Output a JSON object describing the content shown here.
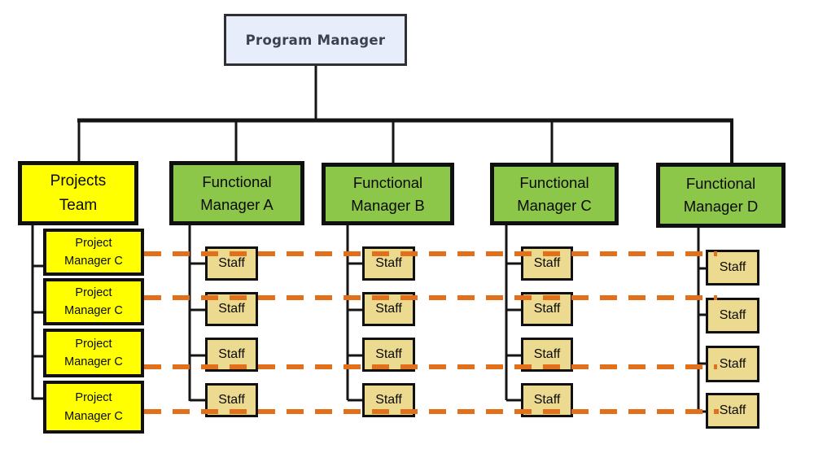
{
  "program_manager": {
    "label": "Program Manager"
  },
  "second_row": [
    {
      "id": "projects-team",
      "label": "Projects Team"
    },
    {
      "id": "functional-manager-a",
      "label": "Functional Manager A"
    },
    {
      "id": "functional-manager-b",
      "label": "Functional Manager B"
    },
    {
      "id": "functional-manager-c",
      "label": "Functional Manager C"
    },
    {
      "id": "functional-manager-d",
      "label": "Functional Manager D"
    }
  ],
  "project_managers": [
    "Project Manager C",
    "Project Manager C",
    "Project Manager C",
    "Project Manager C"
  ],
  "staff_label": "Staff",
  "staff_per_manager": 4,
  "colors": {
    "program_manager_fill": "#e7edfa",
    "projects_team_fill": "#ffff00",
    "functional_manager_fill": "#8dc74a",
    "project_manager_fill": "#ffff00",
    "staff_fill": "#ecda90",
    "connector": "#141414",
    "dashed_link": "#e2701a"
  }
}
